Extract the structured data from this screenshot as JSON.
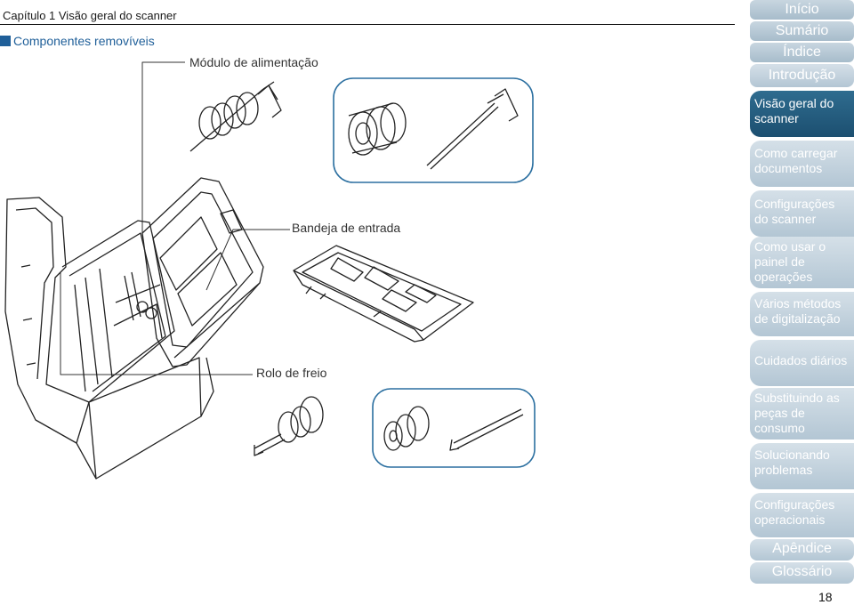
{
  "header": {
    "chapter": "Capítulo 1 Visão geral do scanner"
  },
  "section": {
    "title": "Componentes removíveis"
  },
  "callouts": {
    "feed_module": "Módulo de alimentação",
    "input_tray": "Bandeja de entrada",
    "brake_roller": "Rolo de freio"
  },
  "sidebar": {
    "top": [
      "Início",
      "Sumário",
      "Índice"
    ],
    "items": [
      "Introdução",
      "Visão geral do scanner",
      "Como carregar documentos",
      "Configurações do scanner",
      "Como usar o painel de operações",
      "Vários métodos de digitalização",
      "Cuidados diários",
      "Substituindo as peças de consumo",
      "Solucionando problemas",
      "Configurações operacionais",
      "Apêndice",
      "Glossário"
    ],
    "active_index": 1
  },
  "page": {
    "number": "18"
  },
  "colors": {
    "accent": "#1f5f99",
    "nav_active": "#1c4f70",
    "nav": "#b3c6d4",
    "frame": "#2b6fa0"
  }
}
